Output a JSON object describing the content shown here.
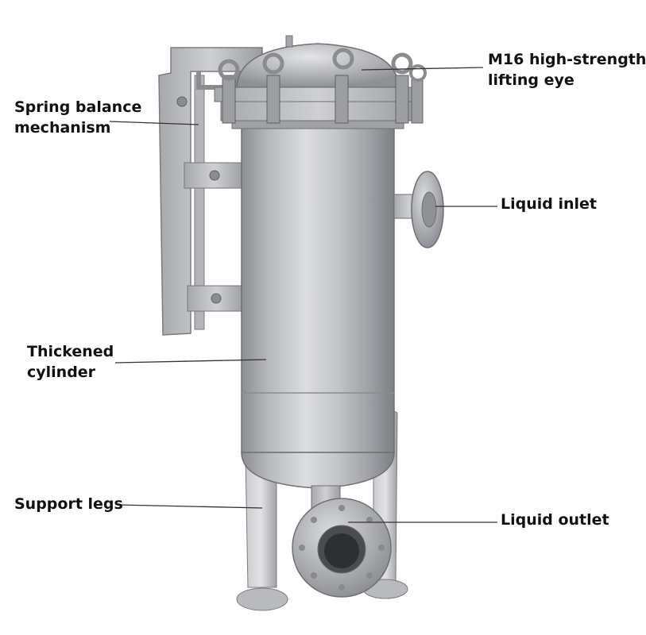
{
  "labels": {
    "lifting_eye": {
      "line1": "M16 high-strength",
      "line2": "lifting eye"
    },
    "spring_balance": {
      "line1": "Spring balance",
      "line2": "mechanism"
    },
    "liquid_inlet": {
      "line1": "Liquid inlet"
    },
    "thickened_cylinder": {
      "line1": "Thickened",
      "line2": "cylinder"
    },
    "support_legs": {
      "line1": "Support legs"
    },
    "liquid_outlet": {
      "line1": "Liquid outlet"
    }
  },
  "colors": {
    "text": "#111111",
    "leader_line": "#333333",
    "steel_light": "#d9dadd",
    "steel_mid": "#a9abaf",
    "steel_dark": "#6e7075"
  }
}
